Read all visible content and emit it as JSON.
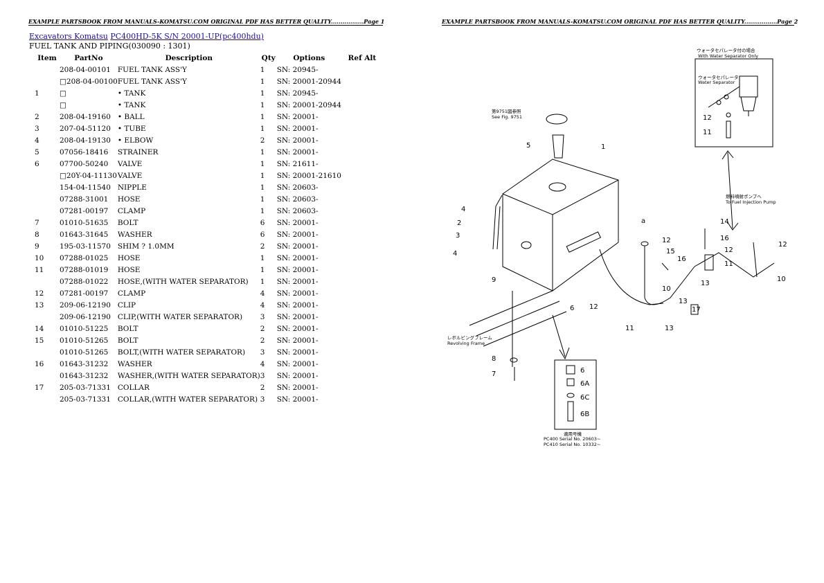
{
  "header": {
    "page1": "EXAMPLE PARTSBOOK FROM MANUALS-KOMATSU.COM ORIGINAL PDF HAS BETTER QUALITY.................Page 1",
    "page2": "EXAMPLE PARTSBOOK FROM MANUALS-KOMATSU.COM ORIGINAL PDF HAS BETTER QUALITY.................Page 2"
  },
  "breadcrumb": {
    "category": "Excavators Komatsu",
    "model": "PC400HD-5K S/N 20001-UP(pc400hdu)"
  },
  "section_title": "FUEL TANK AND PIPING(030090 : 1301)",
  "table": {
    "columns": [
      "Item",
      "PartNo",
      "Description",
      "Qty",
      "Options",
      "Ref Alt"
    ],
    "rows": [
      {
        "item": "",
        "part": "208-04-00101",
        "desc": "FUEL TANK ASS'Y",
        "qty": "1",
        "opt": "SN: 20945-"
      },
      {
        "item": "",
        "part": "□208-04-00100",
        "desc": "FUEL TANK ASS'Y",
        "qty": "1",
        "opt": "SN: 20001-20944"
      },
      {
        "item": "1",
        "part": "□",
        "desc": "• TANK",
        "qty": "1",
        "opt": "SN: 20945-"
      },
      {
        "item": "",
        "part": "□",
        "desc": "• TANK",
        "qty": "1",
        "opt": "SN: 20001-20944"
      },
      {
        "item": "2",
        "part": "208-04-19160",
        "desc": "• BALL",
        "qty": "1",
        "opt": "SN: 20001-"
      },
      {
        "item": "3",
        "part": "207-04-51120",
        "desc": "• TUBE",
        "qty": "1",
        "opt": "SN: 20001-"
      },
      {
        "item": "4",
        "part": "208-04-19130",
        "desc": "• ELBOW",
        "qty": "2",
        "opt": "SN: 20001-"
      },
      {
        "item": "5",
        "part": "07056-18416",
        "desc": "STRAINER",
        "qty": "1",
        "opt": "SN: 20001-"
      },
      {
        "item": "6",
        "part": "07700-50240",
        "desc": "VALVE",
        "qty": "1",
        "opt": "SN: 21611-"
      },
      {
        "item": "",
        "part": "□20Y-04-11130",
        "desc": "VALVE",
        "qty": "1",
        "opt": "SN: 20001-21610"
      },
      {
        "item": "",
        "part": "154-04-11540",
        "desc": "NIPPLE",
        "qty": "1",
        "opt": "SN: 20603-"
      },
      {
        "item": "",
        "part": "07288-31001",
        "desc": "HOSE",
        "qty": "1",
        "opt": "SN: 20603-"
      },
      {
        "item": "",
        "part": "07281-00197",
        "desc": "CLAMP",
        "qty": "1",
        "opt": "SN: 20603-"
      },
      {
        "item": "7",
        "part": "01010-51635",
        "desc": "BOLT",
        "qty": "6",
        "opt": "SN: 20001-"
      },
      {
        "item": "8",
        "part": "01643-31645",
        "desc": "WASHER",
        "qty": "6",
        "opt": "SN: 20001-"
      },
      {
        "item": "9",
        "part": "195-03-11570",
        "desc": "SHIM ? 1.0MM",
        "qty": "2",
        "opt": "SN: 20001-"
      },
      {
        "item": "10",
        "part": "07288-01025",
        "desc": "HOSE",
        "qty": "1",
        "opt": "SN: 20001-"
      },
      {
        "item": "11",
        "part": "07288-01019",
        "desc": "HOSE",
        "qty": "1",
        "opt": "SN: 20001-"
      },
      {
        "item": "",
        "part": "07288-01022",
        "desc": "HOSE,(WITH WATER SEPARATOR)",
        "qty": "1",
        "opt": "SN: 20001-"
      },
      {
        "item": "12",
        "part": "07281-00197",
        "desc": "CLAMP",
        "qty": "4",
        "opt": "SN: 20001-"
      },
      {
        "item": "13",
        "part": "209-06-12190",
        "desc": "CLIP",
        "qty": "4",
        "opt": "SN: 20001-"
      },
      {
        "item": "",
        "part": "209-06-12190",
        "desc": "CLIP,(WITH WATER SEPARATOR)",
        "qty": "3",
        "opt": "SN: 20001-"
      },
      {
        "item": "14",
        "part": "01010-51225",
        "desc": "BOLT",
        "qty": "2",
        "opt": "SN: 20001-"
      },
      {
        "item": "15",
        "part": "01010-51265",
        "desc": "BOLT",
        "qty": "2",
        "opt": "SN: 20001-"
      },
      {
        "item": "",
        "part": "01010-51265",
        "desc": "BOLT,(WITH WATER SEPARATOR)",
        "qty": "3",
        "opt": "SN: 20001-"
      },
      {
        "item": "16",
        "part": "01643-31232",
        "desc": "WASHER",
        "qty": "4",
        "opt": "SN: 20001-"
      },
      {
        "item": "",
        "part": "01643-31232",
        "desc": "WASHER,(WITH WATER SEPARATOR)",
        "qty": "3",
        "opt": "SN: 20001-"
      },
      {
        "item": "17",
        "part": "205-03-71331",
        "desc": "COLLAR",
        "qty": "2",
        "opt": "SN: 20001-"
      },
      {
        "item": "",
        "part": "205-03-71331",
        "desc": "COLLAR,(WITH WATER SEPARATOR)",
        "qty": "3",
        "opt": "SN: 20001-"
      }
    ]
  },
  "diagram": {
    "inset_top_jp": "ウォータセパレータ付の場合",
    "inset_top_title": "With Water Separator Only",
    "inset_top_inner_jp": "ウォータセパレータ",
    "inset_top_inner": "Water Separator",
    "see_fig_jp": "第9751図参照",
    "see_fig": "See Fig. 9751",
    "fuel_pump_jp": "燃料噴射ポンプへ",
    "fuel_pump": "To Fuel Injection Pump",
    "frame_jp": "レボルビングフレーム",
    "frame": "Revolving Frame",
    "serial_jp": "適用号機",
    "serial_line1": "PC400 Serial No. 20603~",
    "serial_line2": "PC410 Serial No. 10332~",
    "callouts": {
      "n1": "1",
      "n2": "2",
      "n3": "3",
      "n4": "4",
      "n5": "5",
      "n6": "6",
      "n7": "7",
      "n8": "8",
      "n9": "9",
      "n10": "10",
      "n11": "11",
      "n12": "12",
      "n13": "13",
      "n14": "14",
      "n15": "15",
      "n16": "16",
      "n17": "17",
      "n6a": "6A",
      "n6b": "6B",
      "n6c": "6C",
      "a": "a"
    }
  }
}
